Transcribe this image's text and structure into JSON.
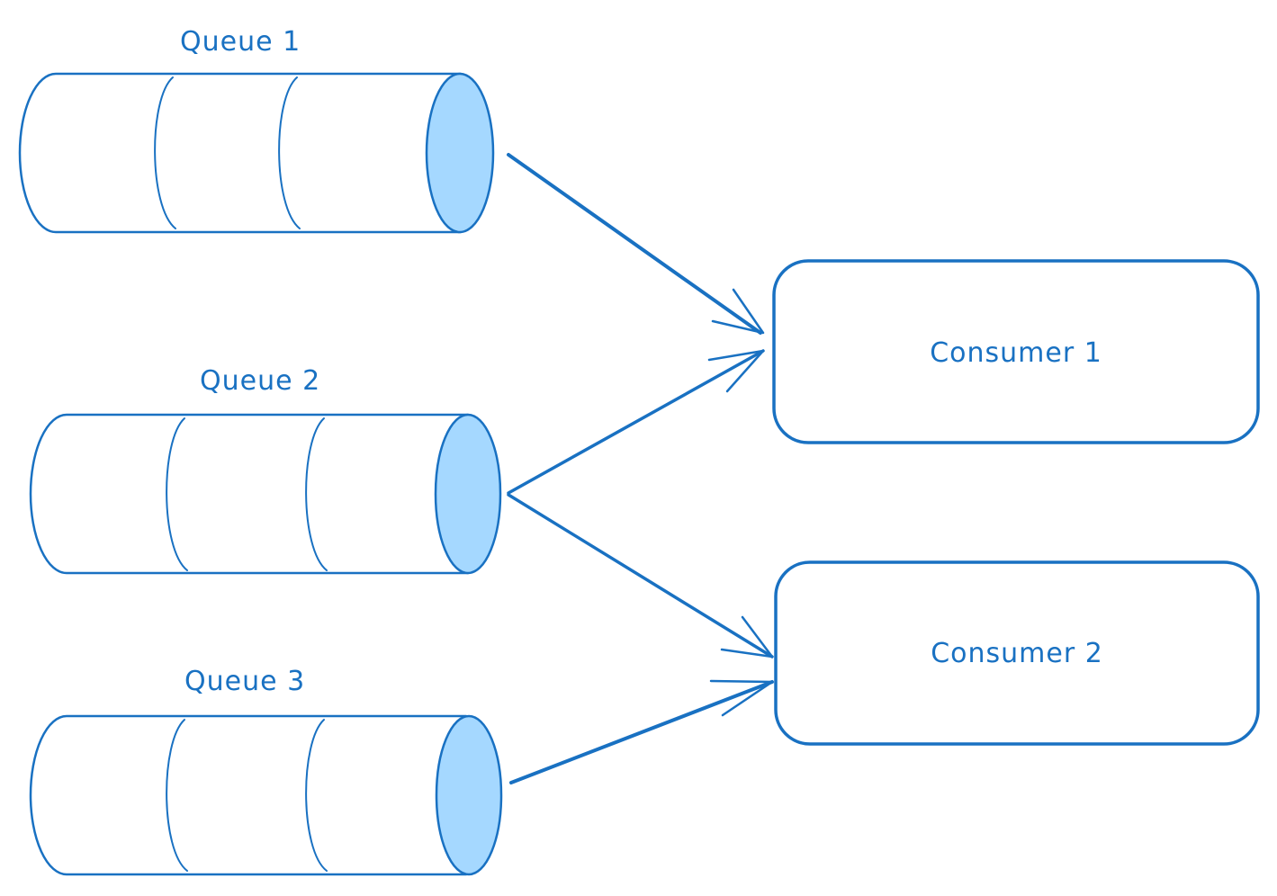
{
  "colors": {
    "stroke": "#1971c2",
    "cap_fill": "#a5d8ff",
    "hatch": "#74c0fc",
    "background": "#ffffff"
  },
  "queues": [
    {
      "id": "q1",
      "label": "Queue 1",
      "segments": 3
    },
    {
      "id": "q2",
      "label": "Queue 2",
      "segments": 3
    },
    {
      "id": "q3",
      "label": "Queue 3",
      "segments": 3
    }
  ],
  "consumers": [
    {
      "id": "c1",
      "label": "Consumer 1"
    },
    {
      "id": "c2",
      "label": "Consumer 2"
    }
  ],
  "connections": [
    {
      "from": "q1",
      "to": "c1"
    },
    {
      "from": "q2",
      "to": "c1"
    },
    {
      "from": "q2",
      "to": "c2"
    },
    {
      "from": "q3",
      "to": "c2"
    }
  ]
}
